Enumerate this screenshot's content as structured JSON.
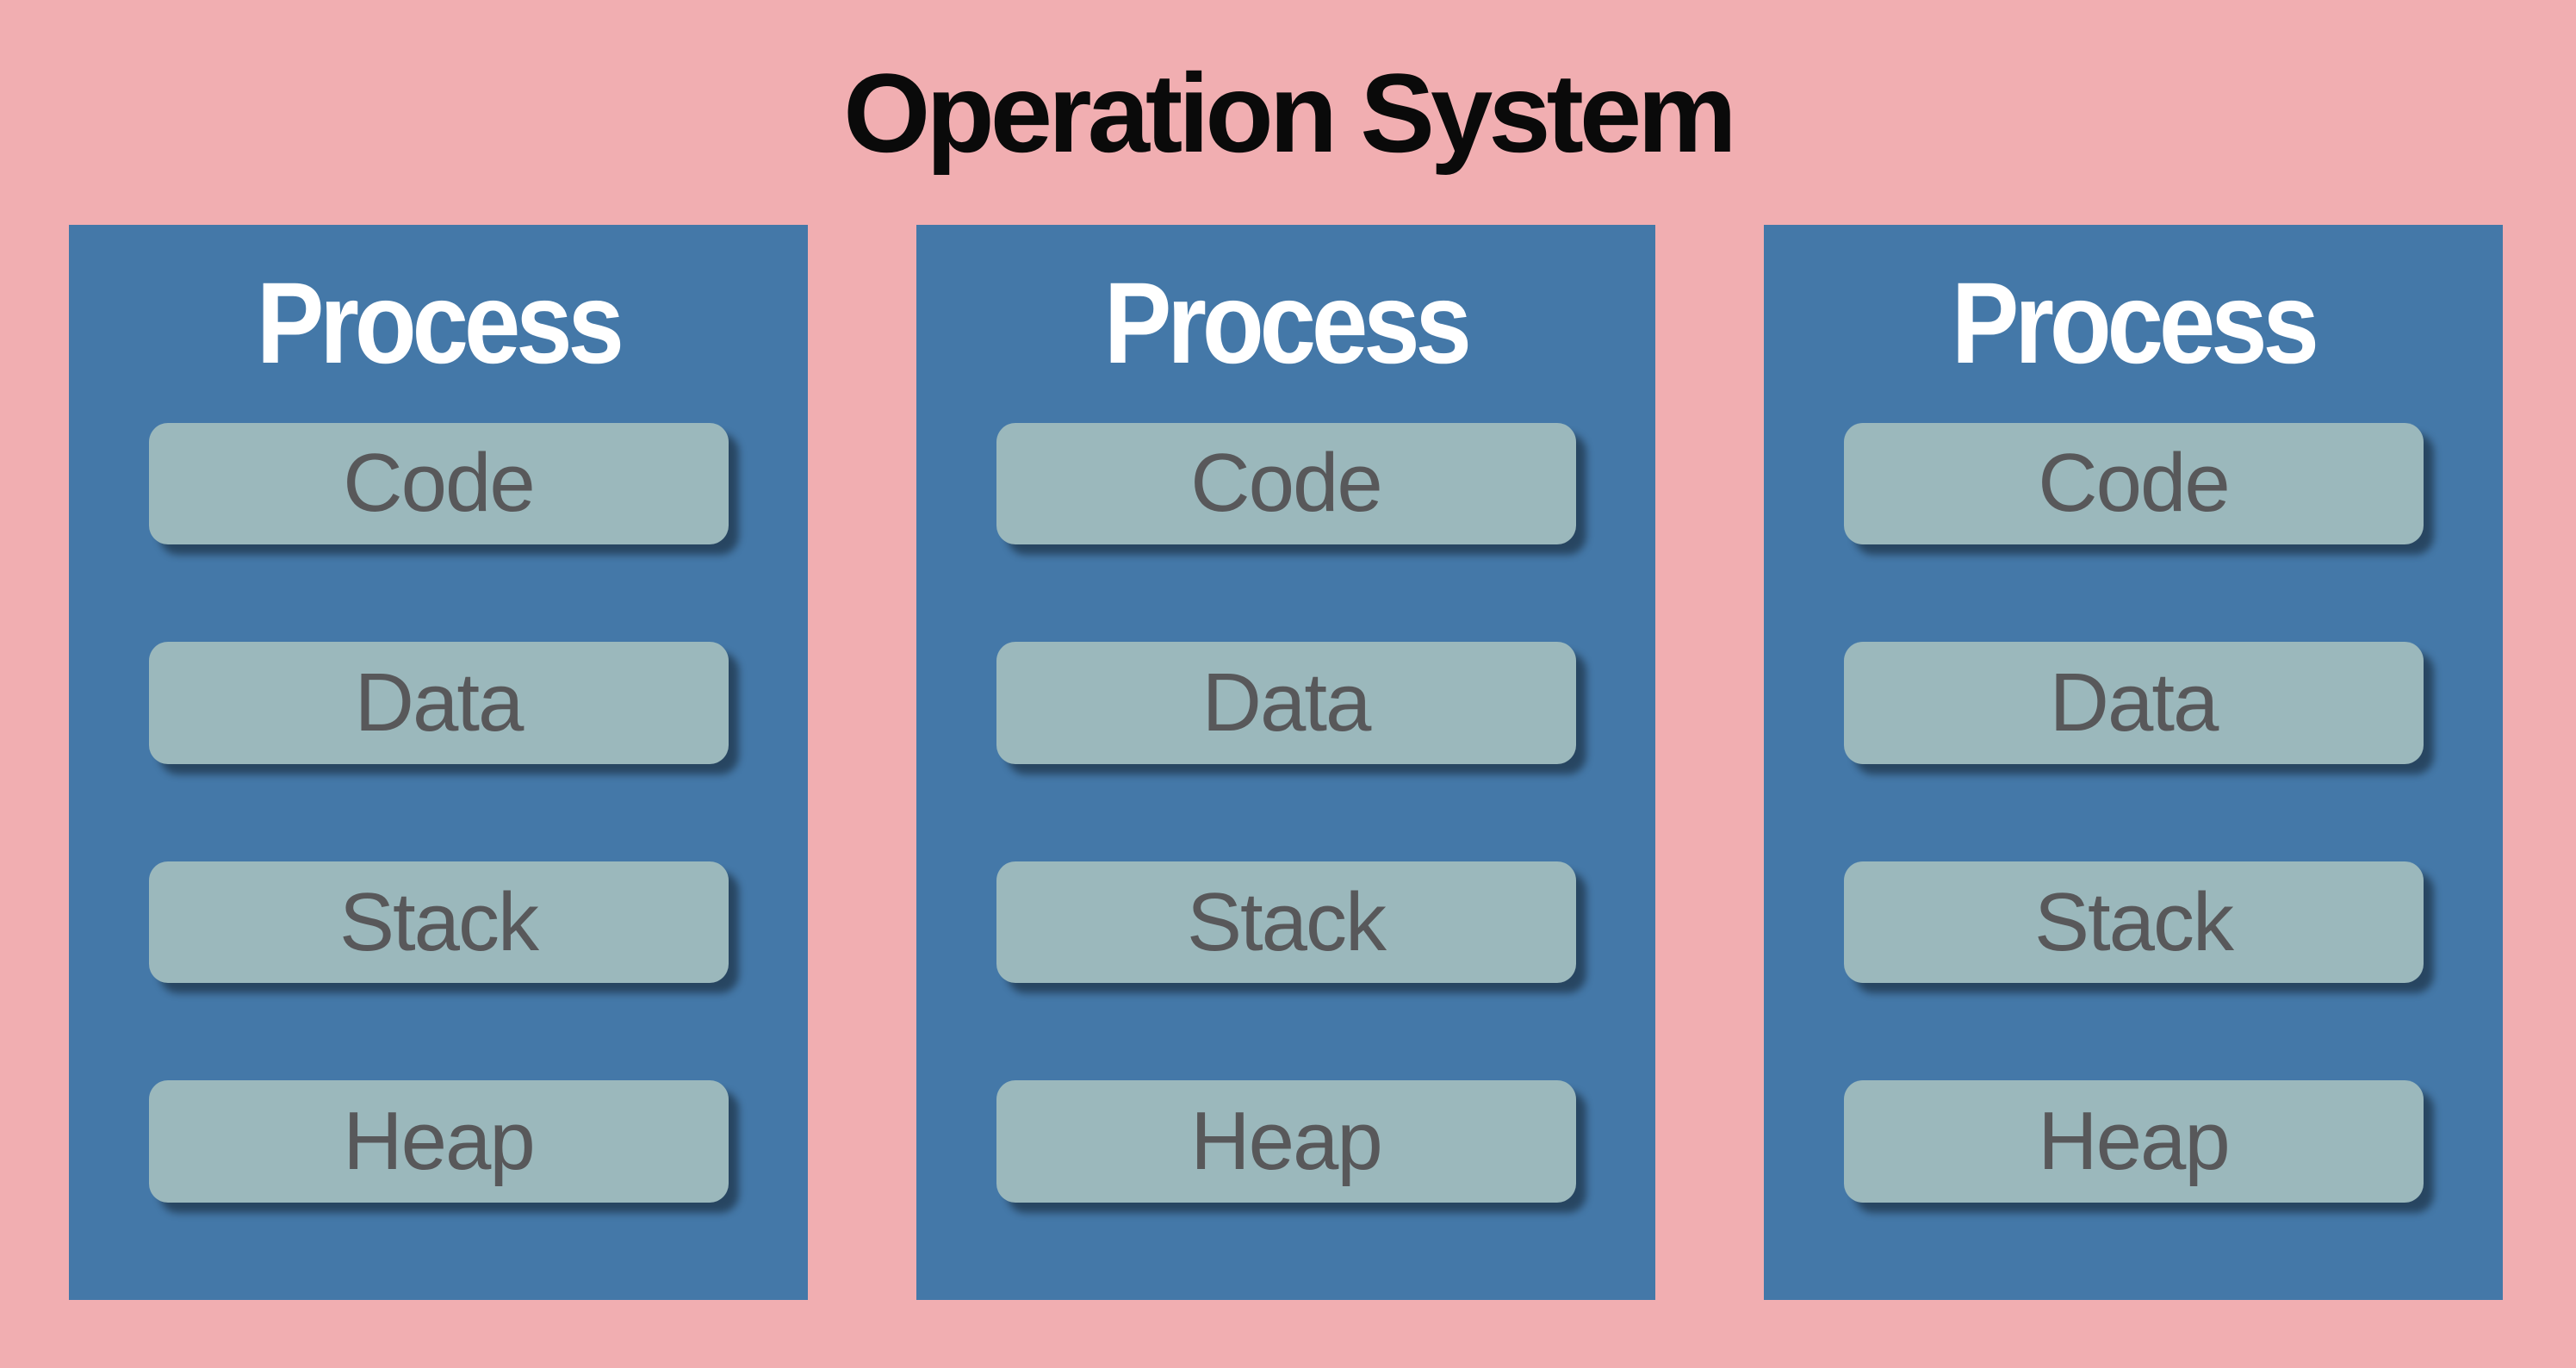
{
  "title": "Operation System",
  "colors": {
    "bg_pink": "#F1AEB1",
    "box_blue": "#4478A8",
    "cell_teal": "#9BB8BC",
    "cell_text": "#58585A",
    "process_text": "#FFFFFF",
    "title_text": "#0A0A0A"
  },
  "processes": [
    {
      "label": "Process",
      "segments": [
        {
          "label": "Code"
        },
        {
          "label": "Data"
        },
        {
          "label": "Stack"
        },
        {
          "label": "Heap"
        }
      ]
    },
    {
      "label": "Process",
      "segments": [
        {
          "label": "Code"
        },
        {
          "label": "Data"
        },
        {
          "label": "Stack"
        },
        {
          "label": "Heap"
        }
      ]
    },
    {
      "label": "Process",
      "segments": [
        {
          "label": "Code"
        },
        {
          "label": "Data"
        },
        {
          "label": "Stack"
        },
        {
          "label": "Heap"
        }
      ]
    }
  ]
}
